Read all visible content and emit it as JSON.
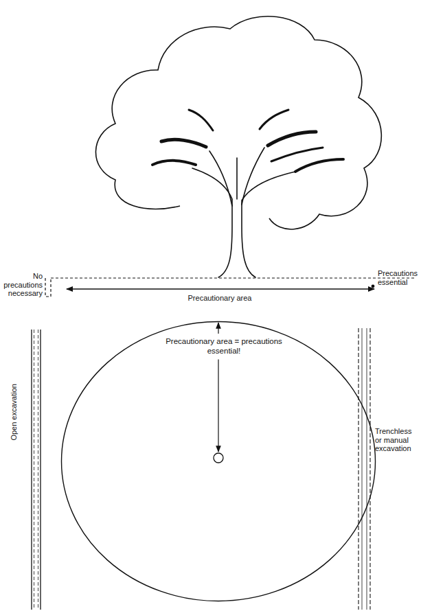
{
  "diagram": {
    "nodes": [
      {
        "text": [
          "Precautionary area = precautions essential!"
        ]
      }
    ],
    "labels": [
      "No precautions necessary",
      "Precautions essential",
      "Precautionary area",
      "Open excavation",
      "Trenchless or manual excavation"
    ]
  }
}
